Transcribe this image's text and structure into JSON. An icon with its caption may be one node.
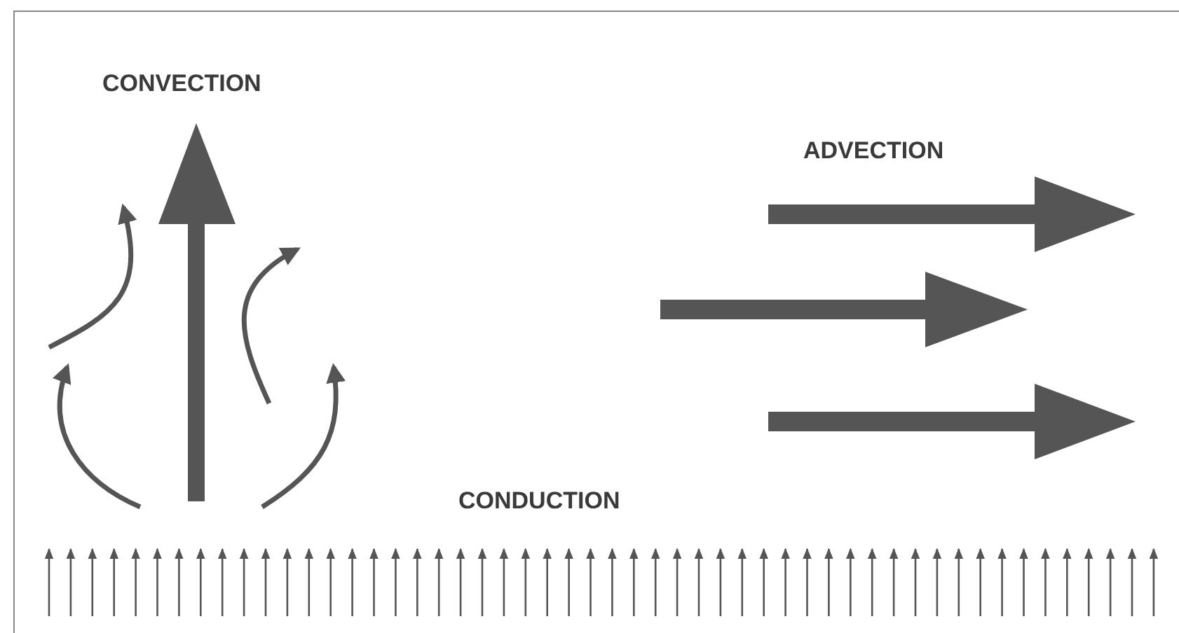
{
  "diagram": {
    "labels": [
      "CONVECTION",
      "ADVECTION",
      "CONDUCTION"
    ]
  }
}
